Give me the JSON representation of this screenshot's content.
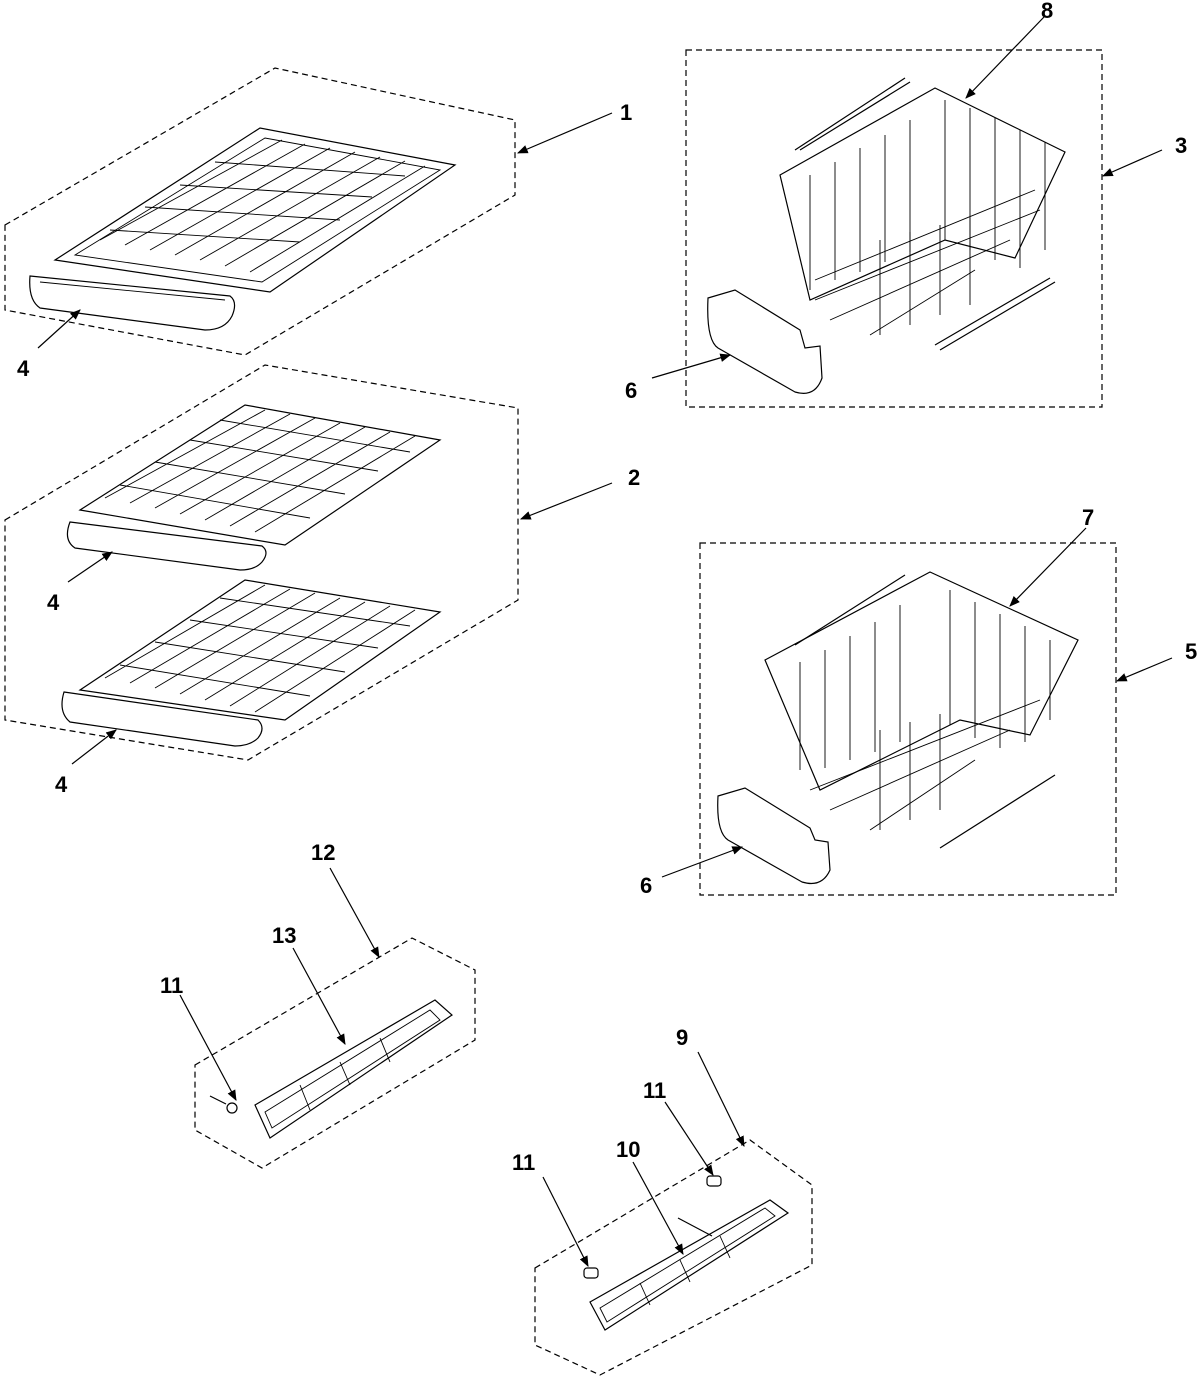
{
  "callouts": {
    "c1": "1",
    "c2": "2",
    "c3": "3",
    "c4a": "4",
    "c4b": "4",
    "c4c": "4",
    "c5": "5",
    "c6a": "6",
    "c6b": "6",
    "c7": "7",
    "c8": "8",
    "c9": "9",
    "c10": "10",
    "c11a": "11",
    "c11b": "11",
    "c11c": "11",
    "c12": "12",
    "c13": "13"
  }
}
